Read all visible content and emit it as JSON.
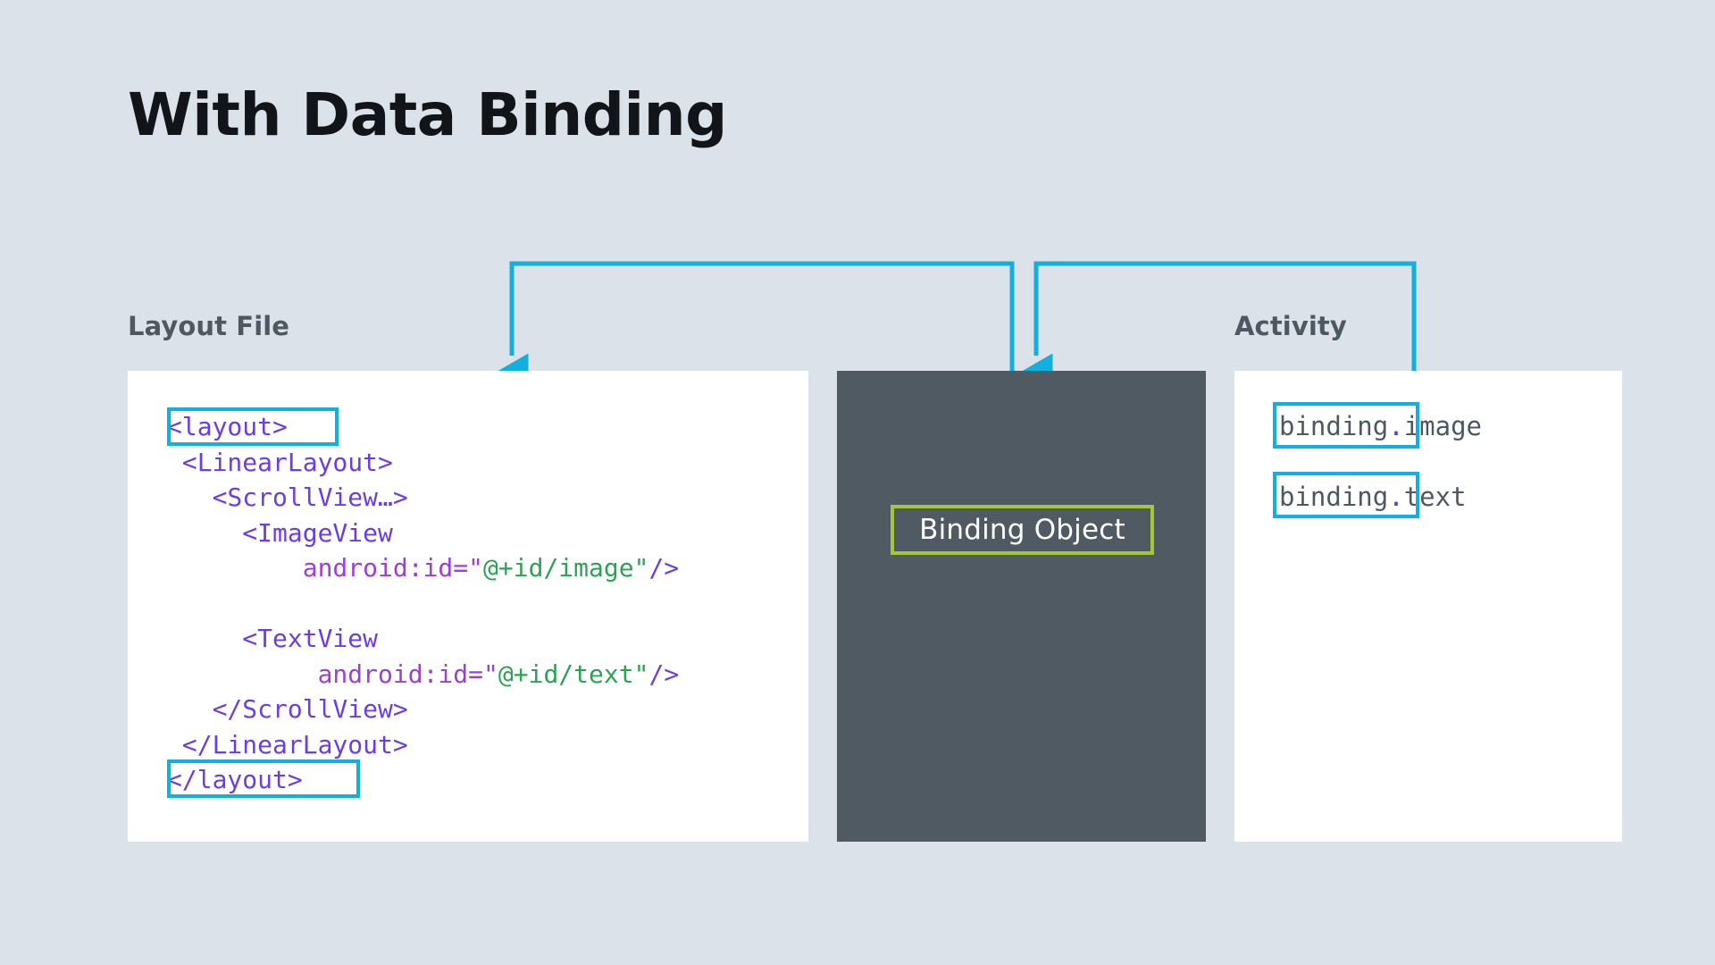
{
  "page": {
    "title": "With Data Binding",
    "background_color": "#dce2e9"
  },
  "colors": {
    "accent_cyan": "#12b0e0",
    "accent_green": "#a4c639",
    "panel_dark": "#4f5a63",
    "panel_light": "#ffffff",
    "label_gray": "#4d5862",
    "code_tag": "#6a3de8",
    "code_attr": "#9b3fd6",
    "code_string": "#2aa352"
  },
  "labels": {
    "layout_file": "Layout File",
    "activity": "Activity"
  },
  "layout_file_panel": {
    "name": "Layout File",
    "code_lines": [
      {
        "indent": 0,
        "tokens": [
          {
            "t": "tag",
            "v": "<layout>"
          }
        ],
        "highlighted": true
      },
      {
        "indent": 0,
        "tokens": [
          {
            "t": "tag",
            "v": " <LinearLayout>"
          }
        ],
        "highlighted": false
      },
      {
        "indent": 0,
        "tokens": [
          {
            "t": "tag",
            "v": "   <ScrollView…>"
          }
        ],
        "highlighted": false
      },
      {
        "indent": 0,
        "tokens": [
          {
            "t": "tag",
            "v": "     <ImageView"
          }
        ],
        "highlighted": false
      },
      {
        "indent": 0,
        "tokens": [
          {
            "t": "attr",
            "v": "         android:id=\""
          },
          {
            "t": "str",
            "v": "@+id/image\""
          },
          {
            "t": "tag",
            "v": "/>"
          }
        ],
        "highlighted": false
      },
      {
        "indent": 0,
        "tokens": [
          {
            "t": "tag",
            "v": ""
          }
        ],
        "highlighted": false
      },
      {
        "indent": 0,
        "tokens": [
          {
            "t": "tag",
            "v": "     <TextView"
          }
        ],
        "highlighted": false
      },
      {
        "indent": 0,
        "tokens": [
          {
            "t": "attr",
            "v": "          android:id=\""
          },
          {
            "t": "str",
            "v": "@+id/text\""
          },
          {
            "t": "tag",
            "v": "/>"
          }
        ],
        "highlighted": false
      },
      {
        "indent": 0,
        "tokens": [
          {
            "t": "tag",
            "v": "   </ScrollView>"
          }
        ],
        "highlighted": false
      },
      {
        "indent": 0,
        "tokens": [
          {
            "t": "tag",
            "v": " </LinearLayout>"
          }
        ],
        "highlighted": false
      },
      {
        "indent": 0,
        "tokens": [
          {
            "t": "tag",
            "v": "</layout>"
          }
        ],
        "highlighted": true
      }
    ],
    "highlight_boxes": [
      {
        "label": "<layout>",
        "line": 0
      },
      {
        "label": "</layout>",
        "line": 10
      }
    ]
  },
  "binding_object_panel": {
    "chip_label": "Binding Object"
  },
  "activity_panel": {
    "name": "Activity",
    "lines": [
      {
        "boxed": "binding",
        "dot": ".",
        "rest": "image"
      },
      {
        "boxed": "binding",
        "dot": ".",
        "rest": "text"
      }
    ]
  },
  "connectors": [
    {
      "name": "binding-object-to-layout-file",
      "from": "Binding Object",
      "to": "Layout File",
      "color": "#12b0e0"
    },
    {
      "name": "activity-to-binding-object",
      "from": "Activity",
      "to": "Binding Object",
      "color": "#12b0e0"
    }
  ]
}
